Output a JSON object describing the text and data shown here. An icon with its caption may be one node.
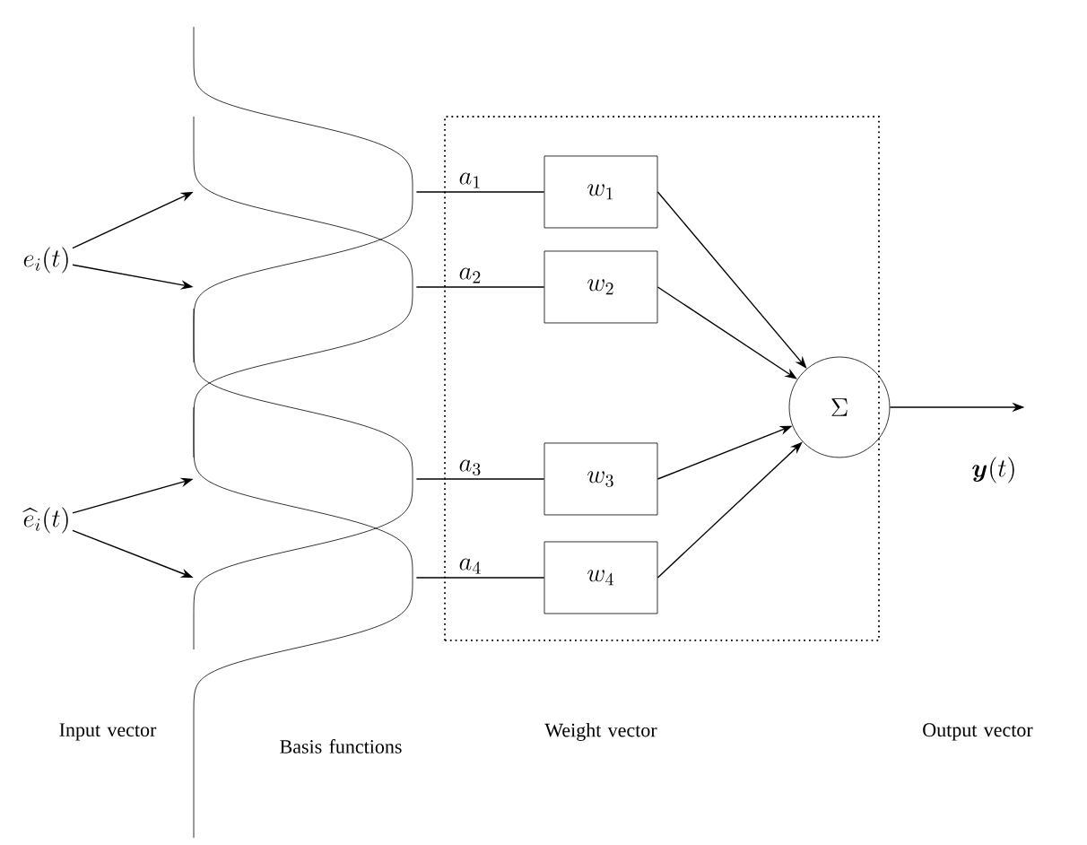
{
  "diagram": {
    "nodes": [
      {
        "text": [
          "e_i(t)"
        ]
      },
      {
        "text": [
          "\\widehat{e}_i(t)"
        ]
      },
      {
        "text": [],
        "shape": "curve"
      },
      {
        "text": [],
        "shape": "curve"
      },
      {
        "text": [],
        "shape": "curve"
      },
      {
        "text": [],
        "shape": "curve"
      },
      {
        "text": [],
        "shape": "box"
      },
      {
        "text": [
          "w_1"
        ],
        "in": 6
      },
      {
        "text": [
          "w_2"
        ],
        "in": 6
      },
      {
        "text": [
          "w_3"
        ],
        "in": 6
      },
      {
        "text": [
          "w_4"
        ],
        "in": 6
      },
      {
        "text": [
          "\\Sigma"
        ],
        "in": 6
      }
    ],
    "edges": [
      {
        "from": 0,
        "to": 2,
        "arrow": "to"
      },
      {
        "from": 0,
        "to": 3,
        "arrow": "to"
      },
      {
        "from": 1,
        "to": 4,
        "arrow": "to"
      },
      {
        "from": 1,
        "to": 5,
        "arrow": "to"
      },
      {
        "from": 2,
        "to": 7,
        "arrow": "none",
        "label": "a_1"
      },
      {
        "from": 3,
        "to": 8,
        "arrow": "none",
        "label": "a_2"
      },
      {
        "from": 4,
        "to": 9,
        "arrow": "none",
        "label": "a_3"
      },
      {
        "from": 5,
        "to": 10,
        "arrow": "none",
        "label": "a_4"
      },
      {
        "from": 7,
        "to": 11,
        "arrow": "to"
      },
      {
        "from": 8,
        "to": 11,
        "arrow": "to"
      },
      {
        "from": 9,
        "to": 11,
        "arrow": "to"
      },
      {
        "from": 10,
        "to": 11,
        "arrow": "to"
      },
      {
        "from": 11,
        "to": null,
        "arrow": "to",
        "label": "\\boldsymbol{y}(t)"
      }
    ],
    "labels": [
      "Input vector",
      "Basis functions",
      "Weight vector",
      "Output vector"
    ]
  }
}
